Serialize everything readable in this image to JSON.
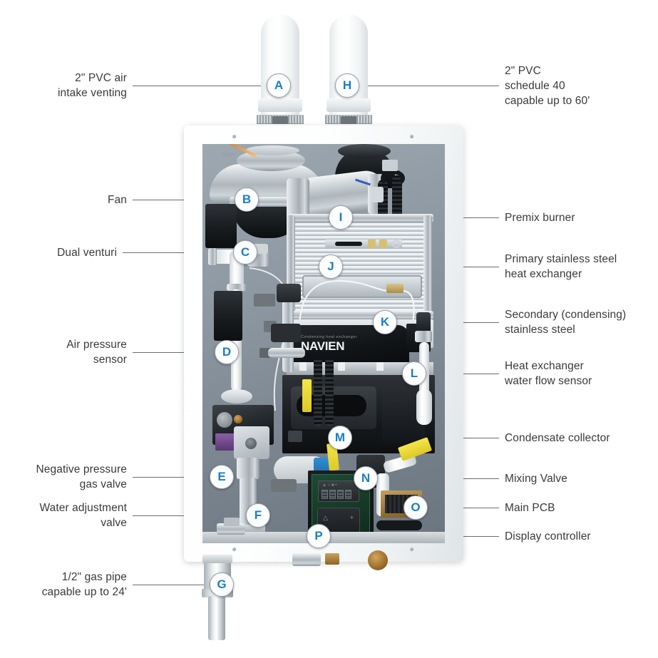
{
  "diagram": {
    "title": "Navien tankless water heater cutaway component diagram",
    "accent_color": "#1a7ec8",
    "leader_color": "#6d6d6d",
    "text_color": "#3a3a3a"
  },
  "product": {
    "brand": "NAVIEN",
    "plate_caption": "Condensing heat exchanger"
  },
  "callouts_left": [
    {
      "letter": "A",
      "label": "2\" PVC air\nintake venting"
    },
    {
      "letter": "B",
      "label": "Fan"
    },
    {
      "letter": "C",
      "label": "Dual venturi"
    },
    {
      "letter": "D",
      "label": "Air pressure\nsensor"
    },
    {
      "letter": "E",
      "label": "Negative pressure\ngas valve"
    },
    {
      "letter": "F",
      "label": "Water adjustment\nvalve"
    },
    {
      "letter": "G",
      "label": "1/2\" gas pipe\ncapable up to 24'"
    }
  ],
  "callouts_right": [
    {
      "letter": "H",
      "label": "2\" PVC\nschedule 40\ncapable up to 60'"
    },
    {
      "letter": "I",
      "label": "Premix burner"
    },
    {
      "letter": "J",
      "label": "Primary stainless steel\nheat exchanger"
    },
    {
      "letter": "K",
      "label": "Secondary (condensing)\nstainless steel"
    },
    {
      "letter": "L",
      "label": "Heat exchanger\nwater flow sensor"
    },
    {
      "letter": "M",
      "label": "Condensate collector"
    },
    {
      "letter": "N",
      "label": "Mixing Valve"
    },
    {
      "letter": "O",
      "label": "Main PCB"
    },
    {
      "letter": "P",
      "label": "Display controller"
    }
  ]
}
